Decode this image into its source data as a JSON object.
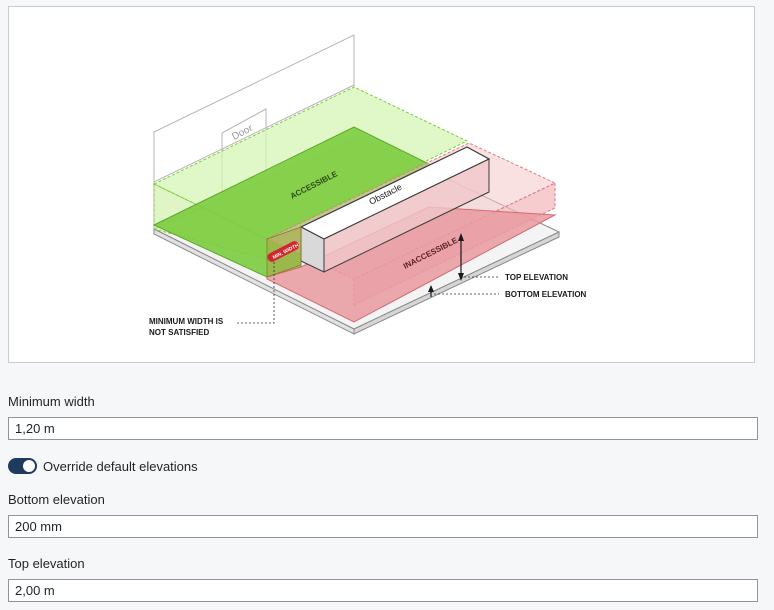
{
  "illustration": {
    "door_label": "Door",
    "accessible_label": "ACCESSIBLE",
    "obstacle_label": "Obstacle",
    "inaccessible_label": "INACCESSIBLE",
    "min_width_tag": "MIN. WIDTH",
    "top_elevation_label": "TOP ELEVATION",
    "bottom_elevation_label": "BOTTOM ELEVATION",
    "min_width_note_line1": "MINIMUM WIDTH IS",
    "min_width_note_line2": "NOT SATISFIED",
    "colors": {
      "accessible": "#7ccc3f",
      "accessible_light": "#d6f5b4",
      "inaccessible": "#e79aa0",
      "tag_red": "#d0262f"
    }
  },
  "form": {
    "minimum_width": {
      "label": "Minimum width",
      "value": "1,20 m"
    },
    "override_toggle": {
      "label": "Override default elevations",
      "checked": true
    },
    "bottom_elevation": {
      "label": "Bottom elevation",
      "value": "200 mm"
    },
    "top_elevation": {
      "label": "Top elevation",
      "value": "2,00 m"
    }
  }
}
